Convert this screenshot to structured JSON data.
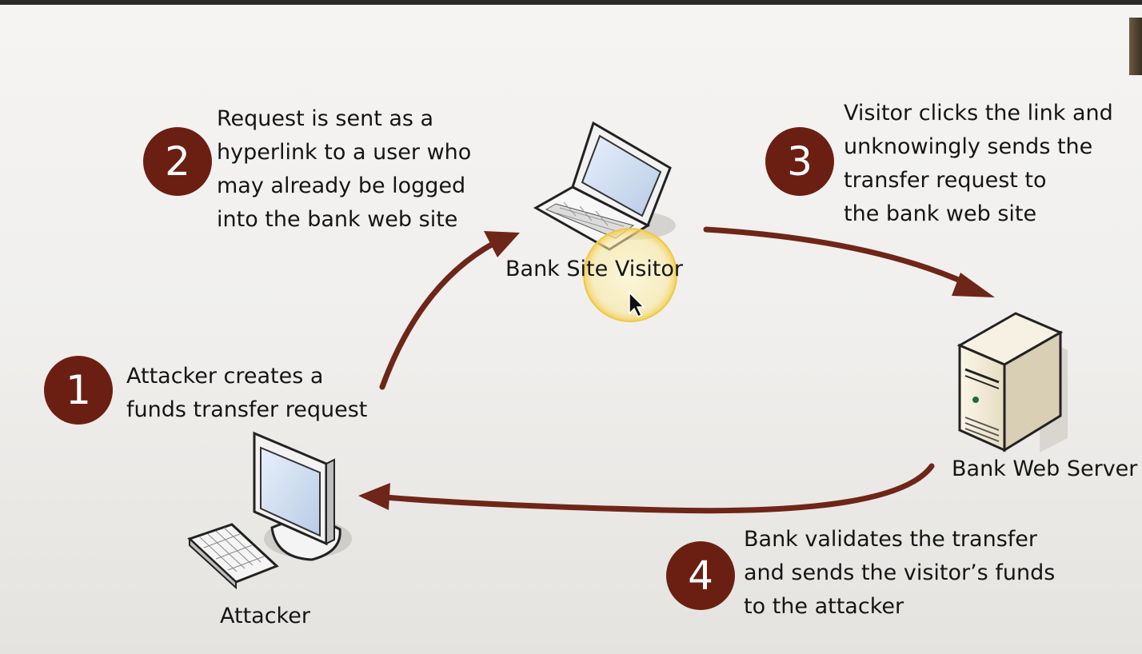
{
  "steps": [
    {
      "number": "1",
      "text": "Attacker creates a\nfunds transfer request"
    },
    {
      "number": "2",
      "text": "Request is sent as a\nhyperlink to a user who\nmay already be logged\ninto the bank web site"
    },
    {
      "number": "3",
      "text": "Visitor clicks the link and\nunknowingly sends the\ntransfer request to\nthe bank web site"
    },
    {
      "number": "4",
      "text": "Bank validates the transfer\nand sends the visitor’s funds\nto the attacker"
    }
  ],
  "nodes": {
    "visitor": "Bank Site Visitor",
    "server": "Bank Web Server",
    "attacker": "Attacker"
  },
  "colors": {
    "badge": "#6b1f12",
    "arrow": "#6e2618",
    "cursor_highlight": "#f5d76e"
  },
  "icons": [
    "laptop-icon",
    "server-icon",
    "desktop-computer-icon",
    "keyboard-icon",
    "mouse-cursor-icon"
  ]
}
